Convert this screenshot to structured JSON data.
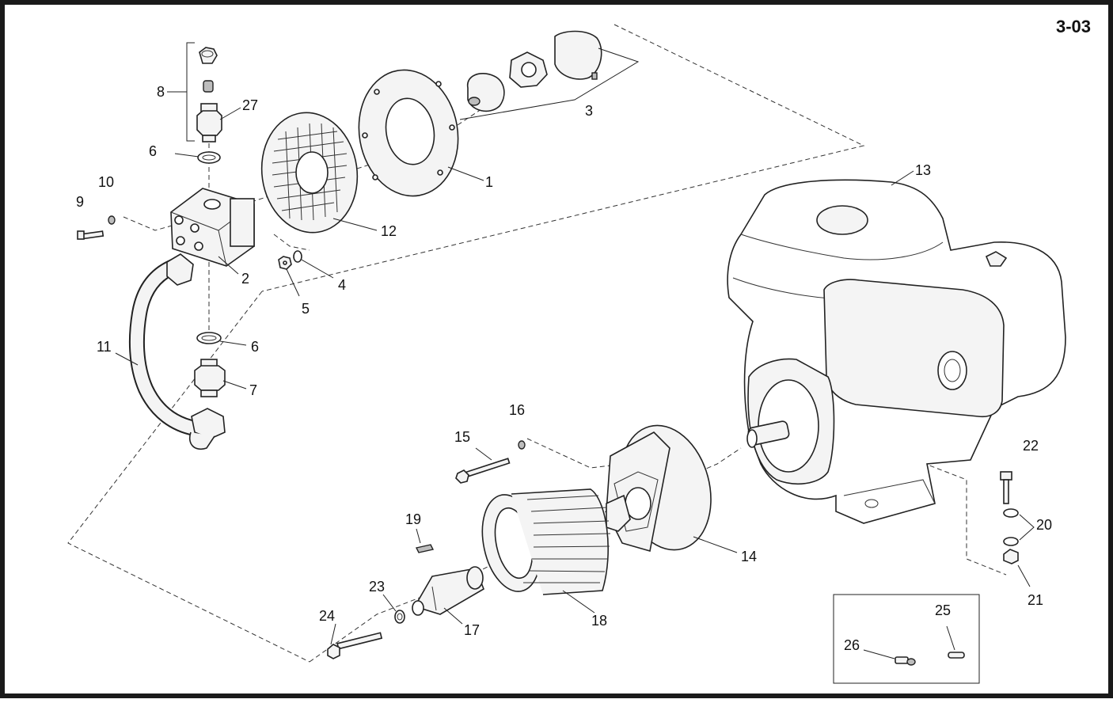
{
  "page_number": "3-03",
  "callouts": [
    {
      "id": "1",
      "text": "1"
    },
    {
      "id": "2",
      "text": "2"
    },
    {
      "id": "3",
      "text": "3"
    },
    {
      "id": "4",
      "text": "4"
    },
    {
      "id": "5",
      "text": "5"
    },
    {
      "id": "6a",
      "text": "6"
    },
    {
      "id": "6b",
      "text": "6"
    },
    {
      "id": "7",
      "text": "7"
    },
    {
      "id": "8",
      "text": "8"
    },
    {
      "id": "9",
      "text": "9"
    },
    {
      "id": "10",
      "text": "10"
    },
    {
      "id": "11",
      "text": "11"
    },
    {
      "id": "12",
      "text": "12"
    },
    {
      "id": "13",
      "text": "13"
    },
    {
      "id": "14",
      "text": "14"
    },
    {
      "id": "15",
      "text": "15"
    },
    {
      "id": "16",
      "text": "16"
    },
    {
      "id": "17",
      "text": "17"
    },
    {
      "id": "18",
      "text": "18"
    },
    {
      "id": "19",
      "text": "19"
    },
    {
      "id": "20",
      "text": "20"
    },
    {
      "id": "21",
      "text": "21"
    },
    {
      "id": "22",
      "text": "22"
    },
    {
      "id": "23",
      "text": "23"
    },
    {
      "id": "24",
      "text": "24"
    },
    {
      "id": "25",
      "text": "25"
    },
    {
      "id": "26",
      "text": "26"
    },
    {
      "id": "27",
      "text": "27"
    }
  ]
}
